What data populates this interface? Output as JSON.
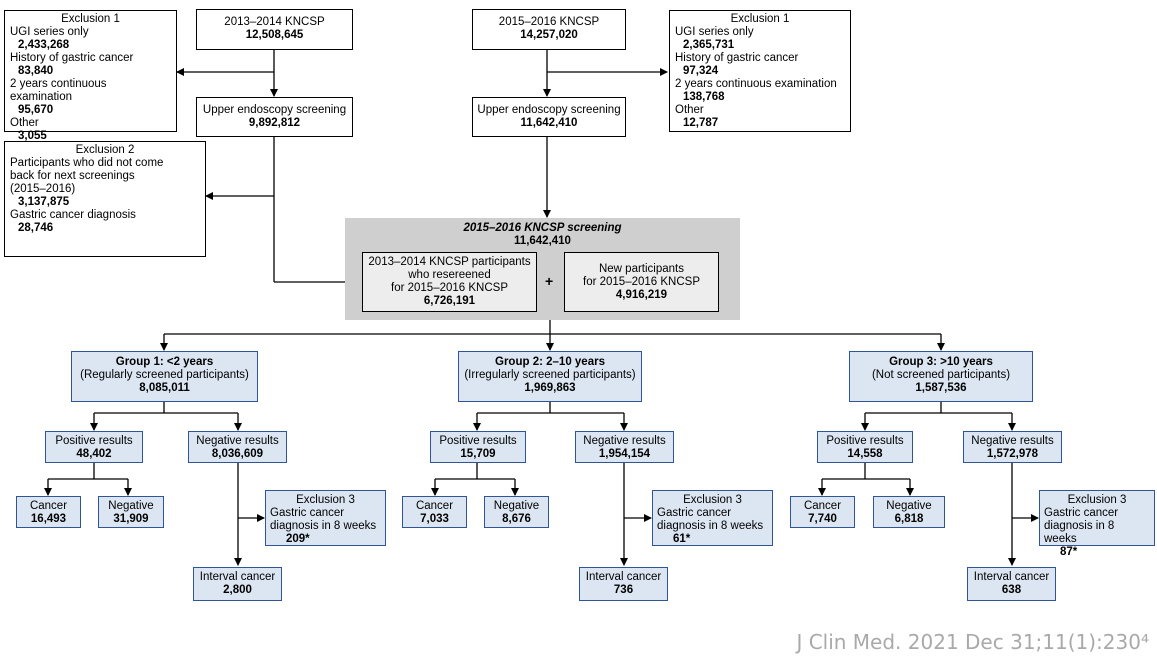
{
  "left_cohort": {
    "title": "2013–2014 KNCSP",
    "count": "12,508,645"
  },
  "right_cohort": {
    "title": "2015–2016 KNCSP",
    "count": "14,257,020"
  },
  "left_exclusion1": {
    "title": "Exclusion 1",
    "items": [
      {
        "label": "UGI series only",
        "value": "2,433,268"
      },
      {
        "label": "History of gastric cancer",
        "value": "83,840"
      },
      {
        "label": "2 years continuous examination",
        "value": "95,670"
      },
      {
        "label": "Other",
        "value": "3,055"
      }
    ]
  },
  "right_exclusion1": {
    "title": "Exclusion 1",
    "items": [
      {
        "label": "UGI series only",
        "value": "2,365,731"
      },
      {
        "label": "History of gastric cancer",
        "value": "97,324"
      },
      {
        "label": "2 years continuous examination",
        "value": "138,768"
      },
      {
        "label": "Other",
        "value": "12,787"
      }
    ]
  },
  "left_endoscopy": {
    "title": "Upper endoscopy screening",
    "count": "9,892,812"
  },
  "right_endoscopy": {
    "title": "Upper endoscopy screening",
    "count": "11,642,410"
  },
  "exclusion2": {
    "title": "Exclusion 2",
    "line1": "Participants who did not come",
    "line2": "back for next screenings",
    "line3": "(2015–2016)",
    "value1": "3,137,875",
    "line4": "Gastric cancer diagnosis",
    "value2": "28,746"
  },
  "screening_panel": {
    "title": "2015–2016 KNCSP screening",
    "count": "11,642,410",
    "resc_line1": "2013–2014 KNCSP participants",
    "resc_line2": "who resereened",
    "resc_line3": "for 2015–2016 KNCSP",
    "resc_count": "6,726,191",
    "plus": "+",
    "new_line1": "New participants",
    "new_line2": "for 2015–2016 KNCSP",
    "new_count": "4,916,219"
  },
  "groups": [
    {
      "title": "Group 1: <2 years",
      "subtitle": "(Regularly screened participants)",
      "count": "8,085,011",
      "positive": {
        "label": "Positive results",
        "value": "48,402"
      },
      "negative": {
        "label": "Negative results",
        "value": "8,036,609"
      },
      "cancer": {
        "label": "Cancer",
        "value": "16,493"
      },
      "neg": {
        "label": "Negative",
        "value": "31,909"
      },
      "exclusion3": {
        "title": "Exclusion 3",
        "line1": "Gastric cancer",
        "line2": "diagnosis in 8 weeks",
        "value": "209*"
      },
      "interval": {
        "label": "Interval cancer",
        "value": "2,800"
      }
    },
    {
      "title": "Group 2: 2–10 years",
      "subtitle": "(Irregularly screened participants)",
      "count": "1,969,863",
      "positive": {
        "label": "Positive results",
        "value": "15,709"
      },
      "negative": {
        "label": "Negative results",
        "value": "1,954,154"
      },
      "cancer": {
        "label": "Cancer",
        "value": "7,033"
      },
      "neg": {
        "label": "Negative",
        "value": "8,676"
      },
      "exclusion3": {
        "title": "Exclusion 3",
        "line1": "Gastric cancer",
        "line2": "diagnosis in 8 weeks",
        "value": "61*"
      },
      "interval": {
        "label": "Interval cancer",
        "value": "736"
      }
    },
    {
      "title": "Group 3: >10 years",
      "subtitle": "(Not screened participants)",
      "count": "1,587,536",
      "positive": {
        "label": "Positive results",
        "value": "14,558"
      },
      "negative": {
        "label": "Negative results",
        "value": "1,572,978"
      },
      "cancer": {
        "label": "Cancer",
        "value": "7,740"
      },
      "neg": {
        "label": "Negative",
        "value": "6,818"
      },
      "exclusion3": {
        "title": "Exclusion 3",
        "line1": "Gastric cancer",
        "line2": "diagnosis in 8 weeks",
        "value": "87*"
      },
      "interval": {
        "label": "Interval cancer",
        "value": "638"
      }
    }
  ],
  "watermark": "J Clin Med. 2021 Dec 31;11(1):230⁴",
  "colors": {
    "line": "#000000",
    "blue_fill": "#dce6f2",
    "blue_border": "#2f5597",
    "panel": "#cfcfcf"
  }
}
